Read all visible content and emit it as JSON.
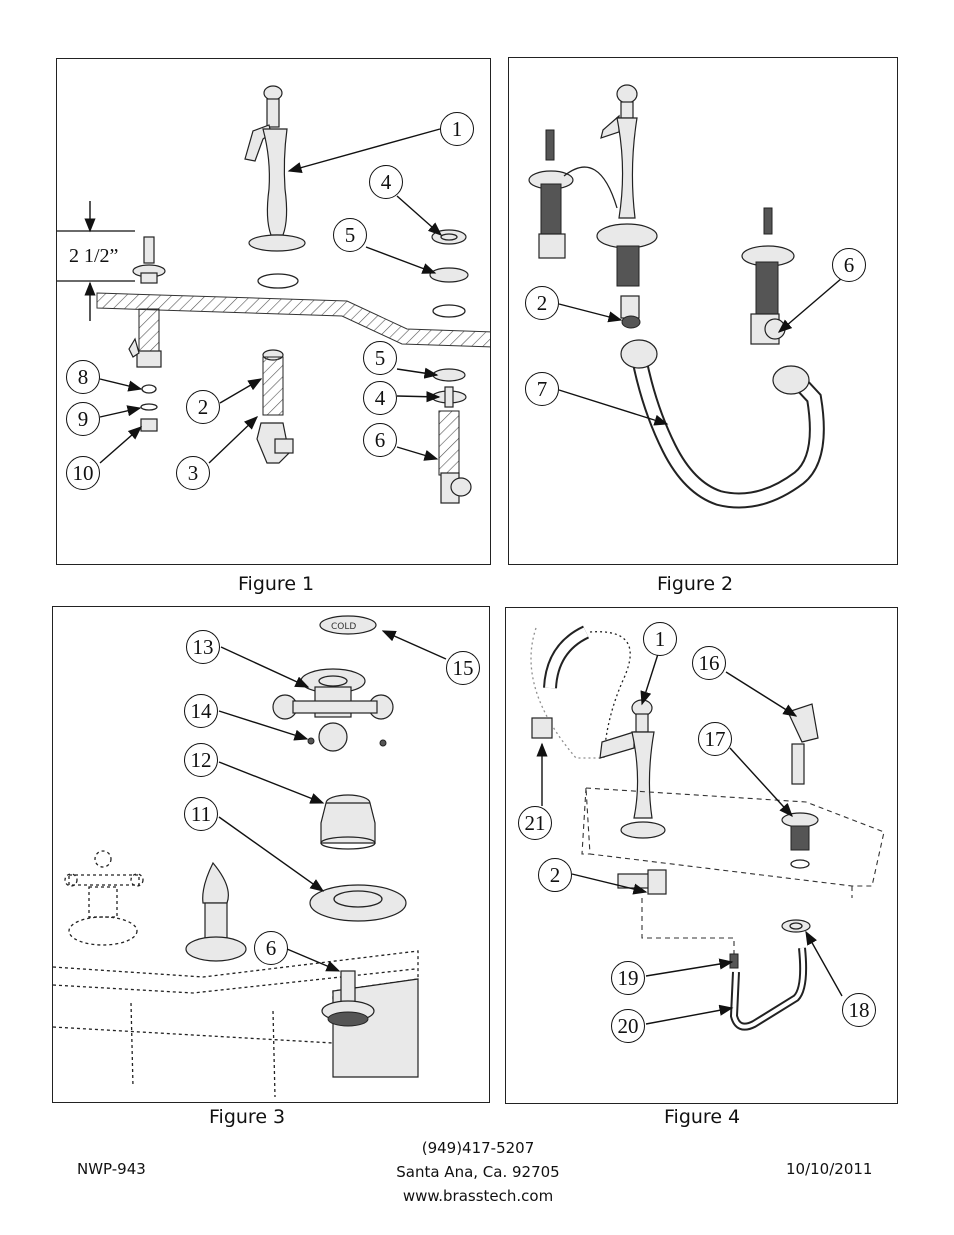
{
  "figures": {
    "figure1": {
      "caption": "Figure 1",
      "dimension_label": "2 1/2”",
      "callouts": [
        "1",
        "4",
        "5",
        "5",
        "4",
        "6",
        "2",
        "3",
        "8",
        "9",
        "10"
      ]
    },
    "figure2": {
      "caption": "Figure 2",
      "callouts": [
        "2",
        "6",
        "7"
      ]
    },
    "figure3": {
      "caption": "Figure 3",
      "callouts": [
        "13",
        "15",
        "14",
        "12",
        "11",
        "6"
      ],
      "cap_text": "COLD"
    },
    "figure4": {
      "caption": "Figure 4",
      "callouts": [
        "1",
        "16",
        "17",
        "21",
        "2",
        "19",
        "20",
        "18"
      ]
    }
  },
  "footer": {
    "doc_number": "NWP-943",
    "phone": "(949)417-5207",
    "city": "Santa Ana, Ca. 92705",
    "website": "www.brasstech.com",
    "date": "10/10/2011"
  }
}
